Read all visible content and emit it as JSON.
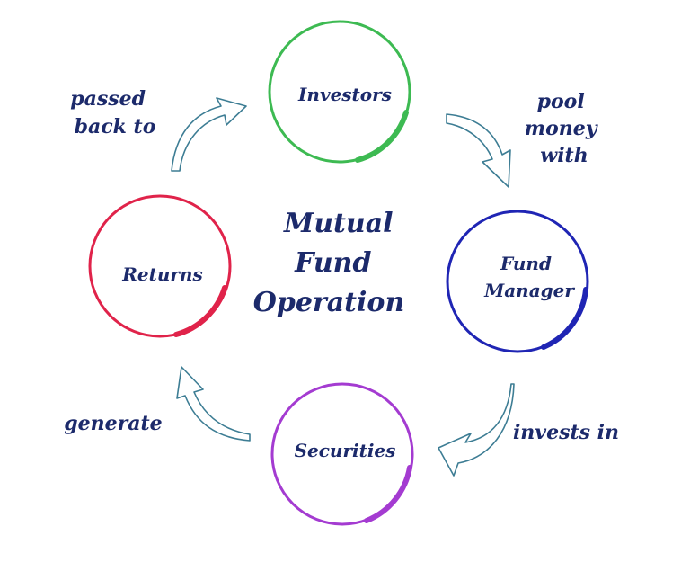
{
  "title_lines": [
    "Mutual",
    "Fund",
    "Operation"
  ],
  "nodes": {
    "investors": {
      "lines": [
        "Investors"
      ],
      "color": "#3dba52"
    },
    "fund_manager": {
      "lines": [
        "Fund",
        "Manager"
      ],
      "color": "#1f25b4"
    },
    "securities": {
      "lines": [
        "Securities"
      ],
      "color": "#a43bd1"
    },
    "returns": {
      "lines": [
        "Returns"
      ],
      "color": "#e0234a"
    }
  },
  "edges": {
    "pool": {
      "lines": [
        "pool",
        "money",
        "with"
      ]
    },
    "invests": {
      "lines": [
        "invests in"
      ]
    },
    "generate": {
      "lines": [
        "generate"
      ]
    },
    "passed": {
      "lines": [
        "passed",
        "back to"
      ]
    }
  },
  "arrow_color": "#3d7d94"
}
